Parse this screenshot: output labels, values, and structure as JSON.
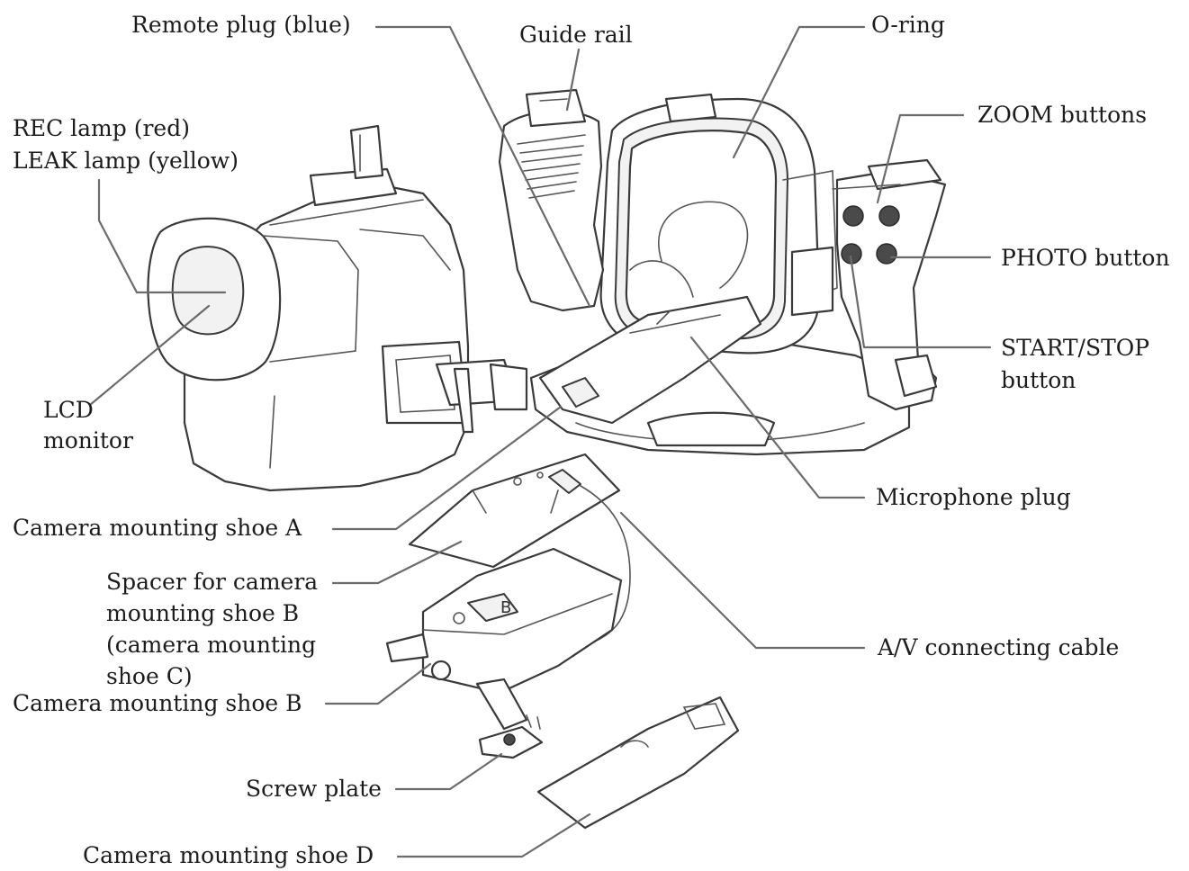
{
  "labels": {
    "remote_plug": "Remote plug (blue)",
    "guide_rail": "Guide rail",
    "o_ring": "O-ring",
    "zoom_buttons": "ZOOM buttons",
    "rec_lamp": "REC lamp (red)",
    "leak_lamp": "LEAK lamp (yellow)",
    "photo_button": "PHOTO button",
    "start_stop_line1": "START/STOP",
    "start_stop_line2": "button",
    "lcd_line1": "LCD",
    "lcd_line2": "monitor",
    "microphone_plug": "Microphone plug",
    "shoe_a": "Camera mounting shoe A",
    "spacer_line1": "Spacer for camera",
    "spacer_line2": "mounting shoe B",
    "spacer_line3": "(camera mounting",
    "spacer_line4": "shoe C)",
    "shoe_b": "Camera mounting shoe B",
    "av_cable": "A/V connecting cable",
    "screw_plate": "Screw plate",
    "shoe_d": "Camera mounting shoe D",
    "shoe_b_mark": "B"
  }
}
